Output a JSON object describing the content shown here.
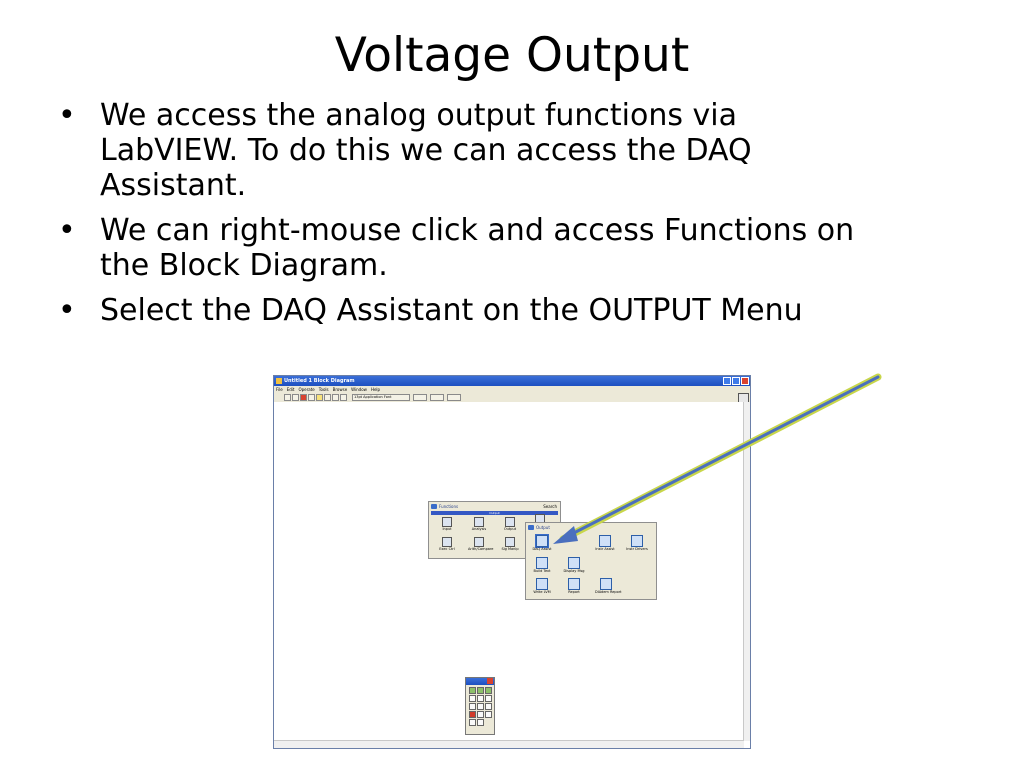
{
  "slide": {
    "title": "Voltage Output",
    "bullets": [
      {
        "lines": [
          "We access the analog output functions via",
          "LabVIEW. To do this we can access the DAQ",
          "Assistant."
        ]
      },
      {
        "lines": [
          "We can right-mouse click and access Functions on",
          "the Block Diagram."
        ]
      },
      {
        "lines": [
          "Select the DAQ Assistant on the OUTPUT Menu"
        ]
      }
    ],
    "bullet_glyph": "•"
  },
  "screenshot": {
    "window_title": "Untitled 1 Block Diagram",
    "menu": [
      "File",
      "Edit",
      "Operate",
      "Tools",
      "Browse",
      "Window",
      "Help"
    ],
    "font_selector": "13pt Application Font",
    "functions_palette": {
      "title": "Functions",
      "search": "Search",
      "bar_label": "Output",
      "items": [
        "Input",
        "Analysis",
        "Output",
        "Exec Ctrl",
        "Arith/Compare",
        "Sig Manip"
      ]
    },
    "output_palette": {
      "title": "Output",
      "items": [
        "DAQ Assist",
        "Instr Assist",
        "Instr Drivers",
        "Build Text",
        "Display Msg",
        "Write LVM",
        "Report",
        "DIAdem Report"
      ]
    }
  },
  "arrow_color": "#4a6fbe",
  "arrow_glow_color": "#c8d64a"
}
